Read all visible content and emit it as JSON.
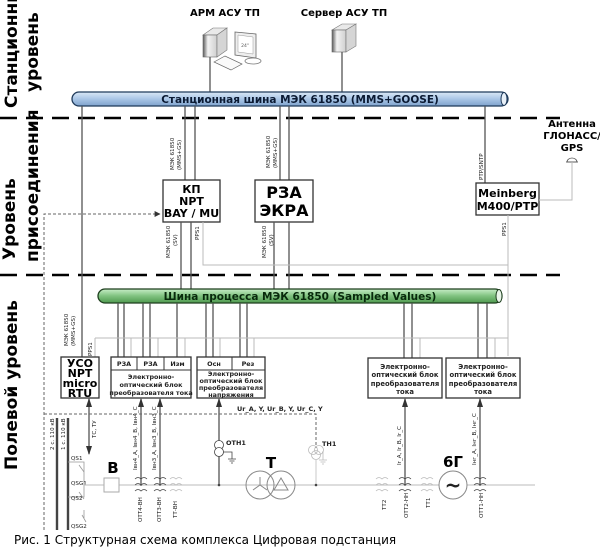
{
  "levels": {
    "station": [
      "Станционный",
      "уровень"
    ],
    "bay": [
      "Уровень",
      "присоединения"
    ],
    "field": "Полевой уровень"
  },
  "workstation": {
    "label": "АРМ АСУ ТП",
    "monitor_label": "24\""
  },
  "server": {
    "label": "Сервер АСУ ТП"
  },
  "station_bus": {
    "label": "Станционная шина МЭК 61850 (MMS+GOOSE)",
    "color": "#a9c6e6"
  },
  "process_bus": {
    "label": "Шина процесса МЭК 61850 (Sampled Values)",
    "color": "#7fc27f"
  },
  "antenna": {
    "lines": [
      "Антенна",
      "ГЛОНАСС/",
      "GPS"
    ]
  },
  "devices": {
    "kp": {
      "lines": [
        "КП",
        "NPT",
        "BAY / MU"
      ]
    },
    "rza": {
      "lines": [
        "РЗА",
        "ЭКРА"
      ]
    },
    "meinberg": {
      "lines": [
        "Meinberg",
        "M400/PTP"
      ]
    },
    "uso": {
      "lines": [
        "УСО",
        "NPT",
        "micro",
        "RTU"
      ]
    }
  },
  "link_labels": {
    "mms_gs_1": "МЭК 61850",
    "mms_gs_2": "(MMS+GS)",
    "sv_1": "МЭК 61850",
    "sv_2": "(SV)",
    "pps": "PPS1",
    "ptp": "PTP/SNTP",
    "tc_ty": "ТС, ТУ"
  },
  "current_block": {
    "cells": [
      "РЗА",
      "РЗА",
      "Изм"
    ],
    "lines": [
      "Электронно-",
      "оптический блок",
      "преобразователя тока"
    ]
  },
  "voltage_block": {
    "cells": [
      "Осн",
      "Рез"
    ],
    "lines": [
      "Электронно-",
      "оптический блок",
      "преобразователя",
      "напряжения"
    ]
  },
  "current_block_2": {
    "lines": [
      "Электронно-",
      "оптический блок",
      "преобразователя",
      "тока"
    ]
  },
  "current_block_3": {
    "lines": [
      "Электронно-",
      "оптический блок",
      "преобразователя",
      "тока"
    ]
  },
  "signals": {
    "voltage": "Ur_A, Y, Ur_B, Y, Ur_C, Y",
    "i_vn4": "Iвн4_A, Iвн4_B, Iвн4_C",
    "i_vn3": "Iвн3_A, Iвн3_B, Iвн3_C",
    "i_r": "Ir_A, Ir_B, Ir_C",
    "i_nn": "Iнг_A, Iнг_B, Iнг_C"
  },
  "primary": {
    "bus1": "1 с. 110 кВ",
    "bus2": "2 с. 110 кВ",
    "qs1": "QS1",
    "qsg1": "QSG1",
    "qs2": "QS2",
    "qsg2": "QSG2",
    "breaker": "В",
    "ott4": "ОТТ4-ВН",
    "ott3": "ОТТ3-ВН",
    "tt_vn": "ТТ-ВН",
    "otn1": "ОТН1",
    "transformer": "Т",
    "tn1": "ТН1",
    "tt2": "ТТ2",
    "ott2": "ОТТ2-НН",
    "tt1": "ТТ1",
    "generator": "6Г",
    "generator_symbol": "~",
    "ott1": "ОТТ1-НН"
  },
  "caption": "Рис. 1 Структурная схема комплекса Цифровая подстанция"
}
